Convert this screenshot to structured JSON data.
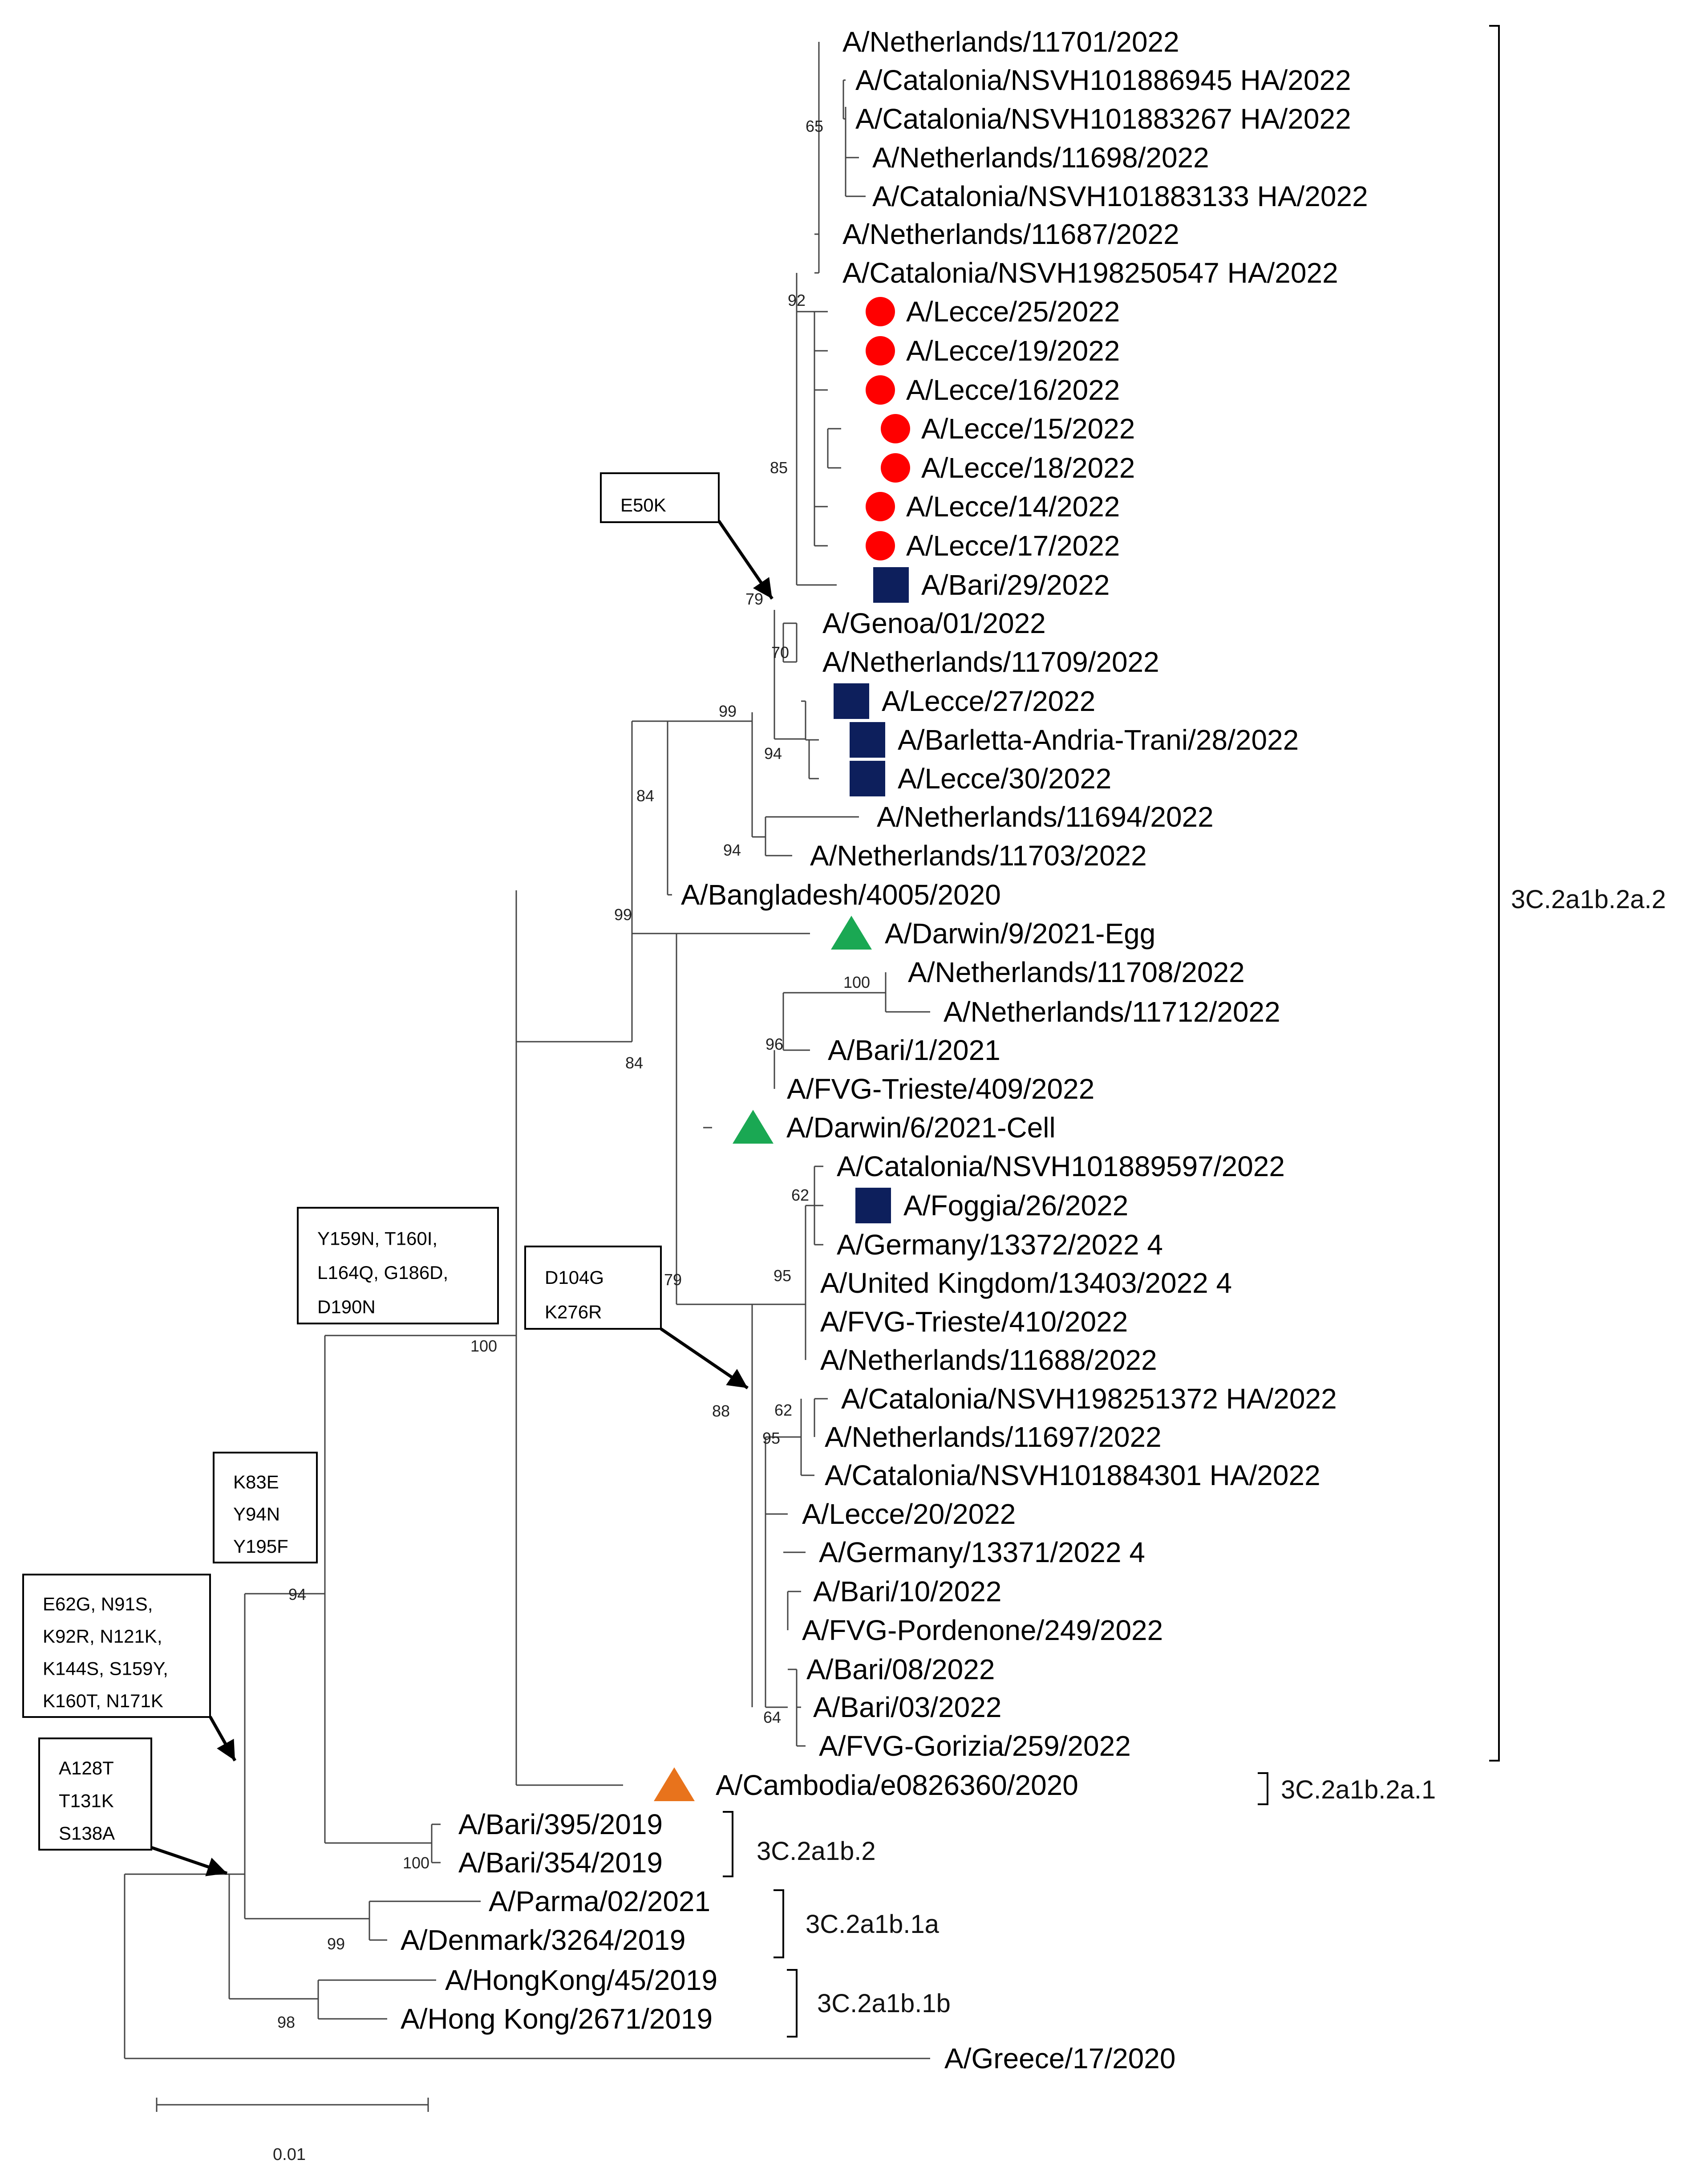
{
  "tree": {
    "leaves": [
      "A/Netherlands/11701/2022",
      "A/Catalonia/NSVH101886945 HA/2022",
      "A/Catalonia/NSVH101883267 HA/2022",
      "A/Netherlands/11698/2022",
      "A/Catalonia/NSVH101883133 HA/2022",
      "A/Netherlands/11687/2022",
      "A/Catalonia/NSVH198250547 HA/2022",
      "A/Lecce/25/2022",
      "A/Lecce/19/2022",
      "A/Lecce/16/2022",
      "A/Lecce/15/2022",
      "A/Lecce/18/2022",
      "A/Lecce/14/2022",
      "A/Lecce/17/2022",
      "A/Bari/29/2022",
      "A/Genoa/01/2022",
      "A/Netherlands/11709/2022",
      "A/Lecce/27/2022",
      "A/Barletta-Andria-Trani/28/2022",
      "A/Lecce/30/2022",
      "A/Netherlands/11694/2022",
      "A/Netherlands/11703/2022",
      "A/Bangladesh/4005/2020",
      "A/Darwin/9/2021-Egg",
      "A/Netherlands/11708/2022",
      "A/Netherlands/11712/2022",
      "A/Bari/1/2021",
      "A/FVG-Trieste/409/2022",
      "A/Darwin/6/2021-Cell",
      "A/Catalonia/NSVH101889597/2022",
      "A/Foggia/26/2022",
      "A/Germany/13372/2022 4",
      "A/United Kingdom/13403/2022 4",
      "A/FVG-Trieste/410/2022",
      "A/Netherlands/11688/2022",
      "A/Catalonia/NSVH198251372 HA/2022",
      "A/Netherlands/11697/2022",
      "A/Catalonia/NSVH101884301 HA/2022",
      "A/Lecce/20/2022",
      "A/Germany/13371/2022 4",
      "A/Bari/10/2022",
      "A/FVG-Pordenone/249/2022",
      "A/Bari/08/2022",
      "A/Bari/03/2022",
      "A/FVG-Gorizia/259/2022",
      "A/Cambodia/e0826360/2020",
      "A/Bari/395/2019",
      "A/Bari/354/2019",
      "A/Parma/02/2021",
      "A/Denmark/3264/2019",
      "A/HongKong/45/2019",
      "A/Hong Kong/2671/2019",
      "A/Greece/17/2020"
    ],
    "bootstrap": [
      "65",
      "92",
      "85",
      "79",
      "70",
      "99",
      "94",
      "94",
      "84",
      "99",
      "100",
      "96",
      "84",
      "62",
      "95",
      "79",
      "88",
      "62",
      "95",
      "64",
      "100",
      "94",
      "100",
      "99",
      "98"
    ],
    "clades": [
      "3C.2a1b.2a.2",
      "3C.2a1b.2a.1",
      "3C.2a1b.2",
      "3C.2a1b.1a",
      "3C.2a1b.1b"
    ],
    "mutations": [
      [
        "E50K"
      ],
      [
        "Y159N, T160I,",
        "L164Q, G186D,",
        "D190N"
      ],
      [
        "D104G",
        "K276R"
      ],
      [
        "K83E",
        "Y94N",
        "Y195F"
      ],
      [
        "E62G, N91S,",
        "K92R, N121K,",
        "K144S, S159Y,",
        "K160T, N171K"
      ],
      [
        "A128T",
        "T131K",
        "S138A"
      ]
    ],
    "scale_label": "0.01"
  },
  "colors": {
    "circle_red": "#ff0000",
    "square_navy": "#0d1f5c",
    "triangle_green": "#1aa853",
    "triangle_orange": "#e8731c"
  }
}
